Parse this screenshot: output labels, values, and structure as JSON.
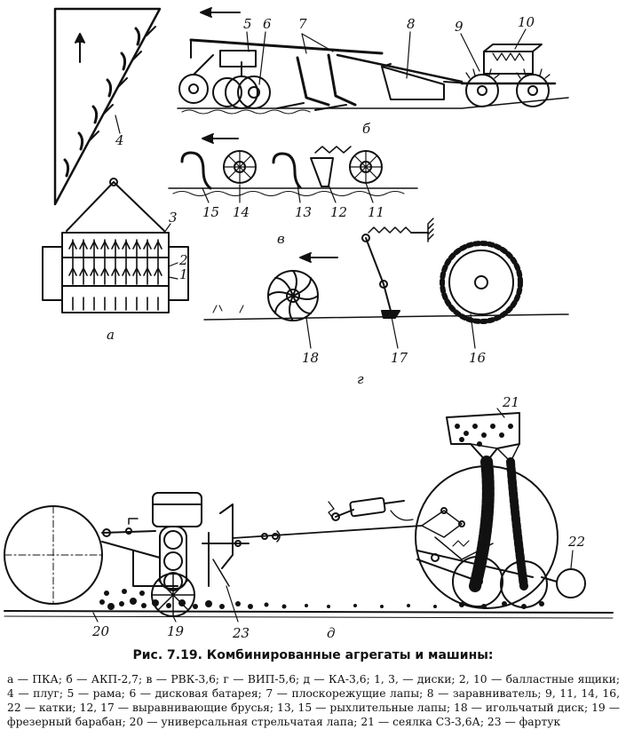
{
  "figure": {
    "caption": "Рис. 7.19. Комбинированные агрегаты и машины:",
    "legend": "а — ПКА; б — АКП-2,7; в — РВК-3,6; г — ВИП-5,6; д — КА-3,6; 1, 3, — диски; 2, 10 — балластные ящики; 4 — плуг; 5 — рама; 6 — дисковая батарея; 7 — плоскорежущие лапы; 8 — заравниватель; 9, 11, 14, 16, 22 — катки; 12, 17 — выравнивающие брусья; 13, 15 — рыхлительные лапы; 18 — игольчатый диск; 19 — фрезерный барабан; 20 — универсальная стрельчатая лапа; 21 — сеялка СЗ-3,6А; 23 — фартук"
  },
  "panels": {
    "a": "а",
    "b": "б",
    "v": "в",
    "g": "г",
    "d": "д"
  },
  "numbers": {
    "n1": "1",
    "n2": "2",
    "n3": "3",
    "n4": "4",
    "n5": "5",
    "n6": "6",
    "n7": "7",
    "n8": "8",
    "n9": "9",
    "n10": "10",
    "n11": "11",
    "n12": "12",
    "n13": "13",
    "n14": "14",
    "n15": "15",
    "n16": "16",
    "n17": "17",
    "n18": "18",
    "n19": "19",
    "n20": "20",
    "n21": "21",
    "n22": "22",
    "n23": "23"
  }
}
